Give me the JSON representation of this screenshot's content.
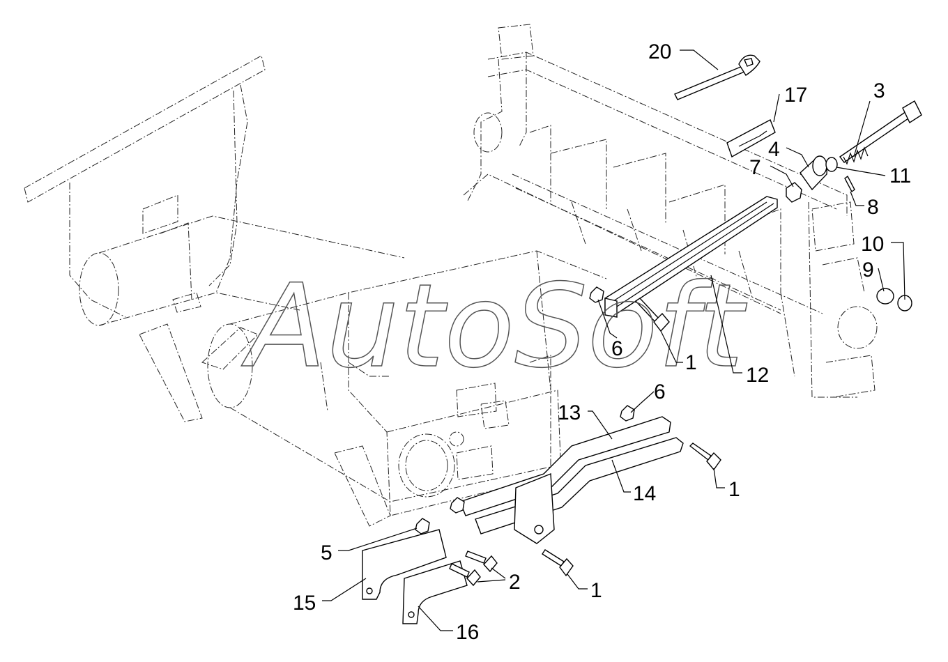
{
  "watermark": "AutoSoft",
  "callouts": [
    {
      "id": "c20",
      "text": "20"
    },
    {
      "id": "c17",
      "text": "17"
    },
    {
      "id": "c3",
      "text": "3"
    },
    {
      "id": "c4",
      "text": "4"
    },
    {
      "id": "c7",
      "text": "7"
    },
    {
      "id": "c11",
      "text": "11"
    },
    {
      "id": "c8",
      "text": "8"
    },
    {
      "id": "c10",
      "text": "10"
    },
    {
      "id": "c9",
      "text": "9"
    },
    {
      "id": "c6a",
      "text": "6"
    },
    {
      "id": "c1a",
      "text": "1"
    },
    {
      "id": "c12",
      "text": "12"
    },
    {
      "id": "c6b",
      "text": "6"
    },
    {
      "id": "c13",
      "text": "13"
    },
    {
      "id": "c1b",
      "text": "1"
    },
    {
      "id": "c14",
      "text": "14"
    },
    {
      "id": "c5",
      "text": "5"
    },
    {
      "id": "c2",
      "text": "2"
    },
    {
      "id": "c1c",
      "text": "1"
    },
    {
      "id": "c15",
      "text": "15"
    },
    {
      "id": "c16",
      "text": "16"
    }
  ]
}
